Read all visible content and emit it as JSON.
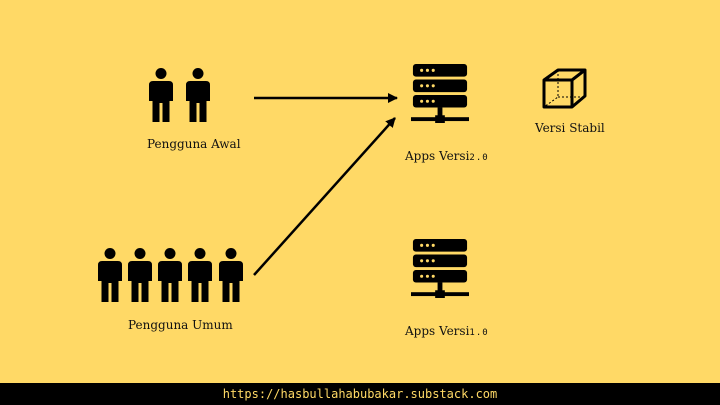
{
  "groups": {
    "early": {
      "label": "Pengguna Awal",
      "count": 2
    },
    "general": {
      "label": "Pengguna Umum",
      "count": 5
    }
  },
  "servers": {
    "v2": {
      "label": "Apps Versi",
      "version": "2.0"
    },
    "v1": {
      "label": "Apps Versi",
      "version": "1.0"
    }
  },
  "stable": {
    "label": "Versi Stabil",
    "icon": "cube-icon"
  },
  "icons": {
    "person": "person-icon",
    "server": "server-icon",
    "arrow": "arrow-icon"
  },
  "colors": {
    "background": "#FFD966",
    "ink": "#000000",
    "footer_text": "#FFD966"
  },
  "footer": {
    "url": "https://hasbullahabubakar.substack.com"
  }
}
